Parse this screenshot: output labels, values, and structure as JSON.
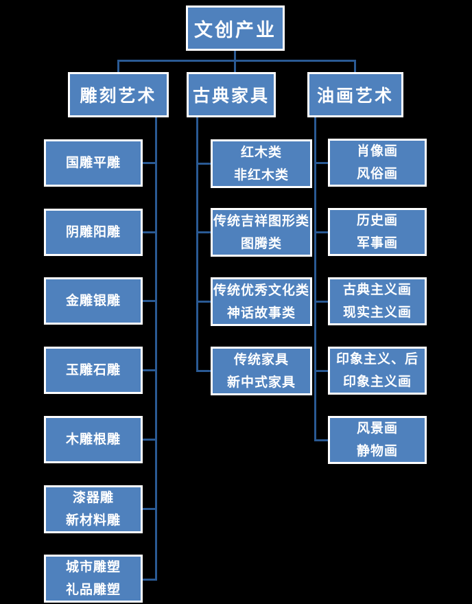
{
  "chart": {
    "type": "org-chart",
    "root": {
      "label": "文创产业"
    },
    "branches": [
      {
        "label": "雕刻艺术",
        "children": [
          {
            "lines": [
              "国雕平雕"
            ]
          },
          {
            "lines": [
              "阴雕阳雕"
            ]
          },
          {
            "lines": [
              "金雕银雕"
            ]
          },
          {
            "lines": [
              "玉雕石雕"
            ]
          },
          {
            "lines": [
              "木雕根雕"
            ]
          },
          {
            "lines": [
              "漆器雕",
              "新材料雕"
            ]
          },
          {
            "lines": [
              "城市雕塑",
              "礼品雕塑"
            ]
          }
        ]
      },
      {
        "label": "古典家具",
        "children": [
          {
            "lines": [
              "红木类",
              "非红木类"
            ]
          },
          {
            "lines": [
              "传统吉祥图形类",
              "图腾类"
            ]
          },
          {
            "lines": [
              "传统优秀文化类",
              "神话故事类"
            ]
          },
          {
            "lines": [
              "传统家具",
              "新中式家具"
            ]
          }
        ]
      },
      {
        "label": "油画艺术",
        "children": [
          {
            "lines": [
              "肖像画",
              "风俗画"
            ]
          },
          {
            "lines": [
              "历史画",
              "军事画"
            ]
          },
          {
            "lines": [
              "古典主义画",
              "现实主义画"
            ]
          },
          {
            "lines": [
              "印象主义、后",
              "印象主义画"
            ]
          },
          {
            "lines": [
              "风景画",
              "静物画"
            ]
          }
        ]
      }
    ]
  },
  "colors": {
    "background": "#000000",
    "box_fill": "#4F81BD",
    "box_border": "#FFFFFF",
    "text": "#FFFFFF",
    "connector": "#2A5A94"
  }
}
